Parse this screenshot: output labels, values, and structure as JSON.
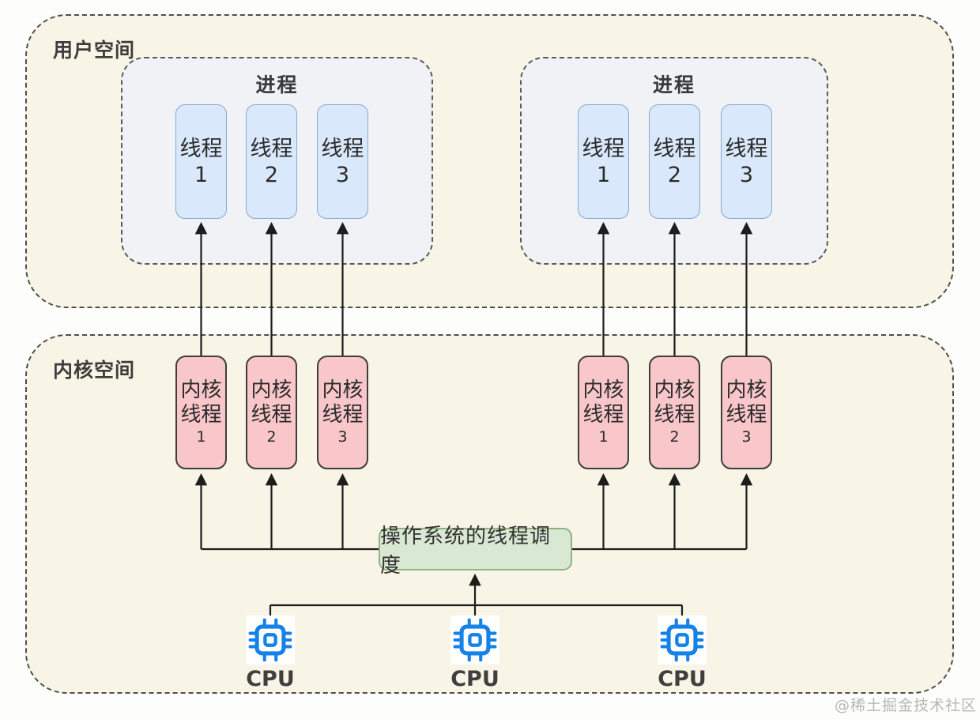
{
  "user_space": {
    "label": "用户空间",
    "processes": [
      {
        "label": "进程",
        "threads": [
          {
            "title": "线程",
            "num": "1"
          },
          {
            "title": "线程",
            "num": "2"
          },
          {
            "title": "线程",
            "num": "3"
          }
        ]
      },
      {
        "label": "进程",
        "threads": [
          {
            "title": "线程",
            "num": "1"
          },
          {
            "title": "线程",
            "num": "2"
          },
          {
            "title": "线程",
            "num": "3"
          }
        ]
      }
    ]
  },
  "kernel_space": {
    "label": "内核空间",
    "groups": [
      {
        "threads": [
          {
            "line1": "内核",
            "line2": "线程",
            "num": "1"
          },
          {
            "line1": "内核",
            "line2": "线程",
            "num": "2"
          },
          {
            "line1": "内核",
            "line2": "线程",
            "num": "3"
          }
        ]
      },
      {
        "threads": [
          {
            "line1": "内核",
            "line2": "线程",
            "num": "1"
          },
          {
            "line1": "内核",
            "line2": "线程",
            "num": "2"
          },
          {
            "line1": "内核",
            "line2": "线程",
            "num": "3"
          }
        ]
      }
    ],
    "scheduler": {
      "label": "操作系统的线程调度"
    },
    "cpus": [
      {
        "label": "CPU"
      },
      {
        "label": "CPU"
      },
      {
        "label": "CPU"
      }
    ]
  },
  "watermark": "@稀土掘金技术社区",
  "colors": {
    "space_fill": "#f8f5e6",
    "space_border": "#4e4e4e",
    "process_fill": "#f0f2f5",
    "thread_fill": "#d9e8fa",
    "thread_border": "#86a9d1",
    "kernel_thread_fill": "#f9c7ca",
    "kernel_thread_border": "#3d3d3d",
    "scheduler_fill": "#d9e8d2",
    "scheduler_border": "#8fb283",
    "cpu_blue": "#1681e6",
    "arrow": "#1d1d1d"
  }
}
